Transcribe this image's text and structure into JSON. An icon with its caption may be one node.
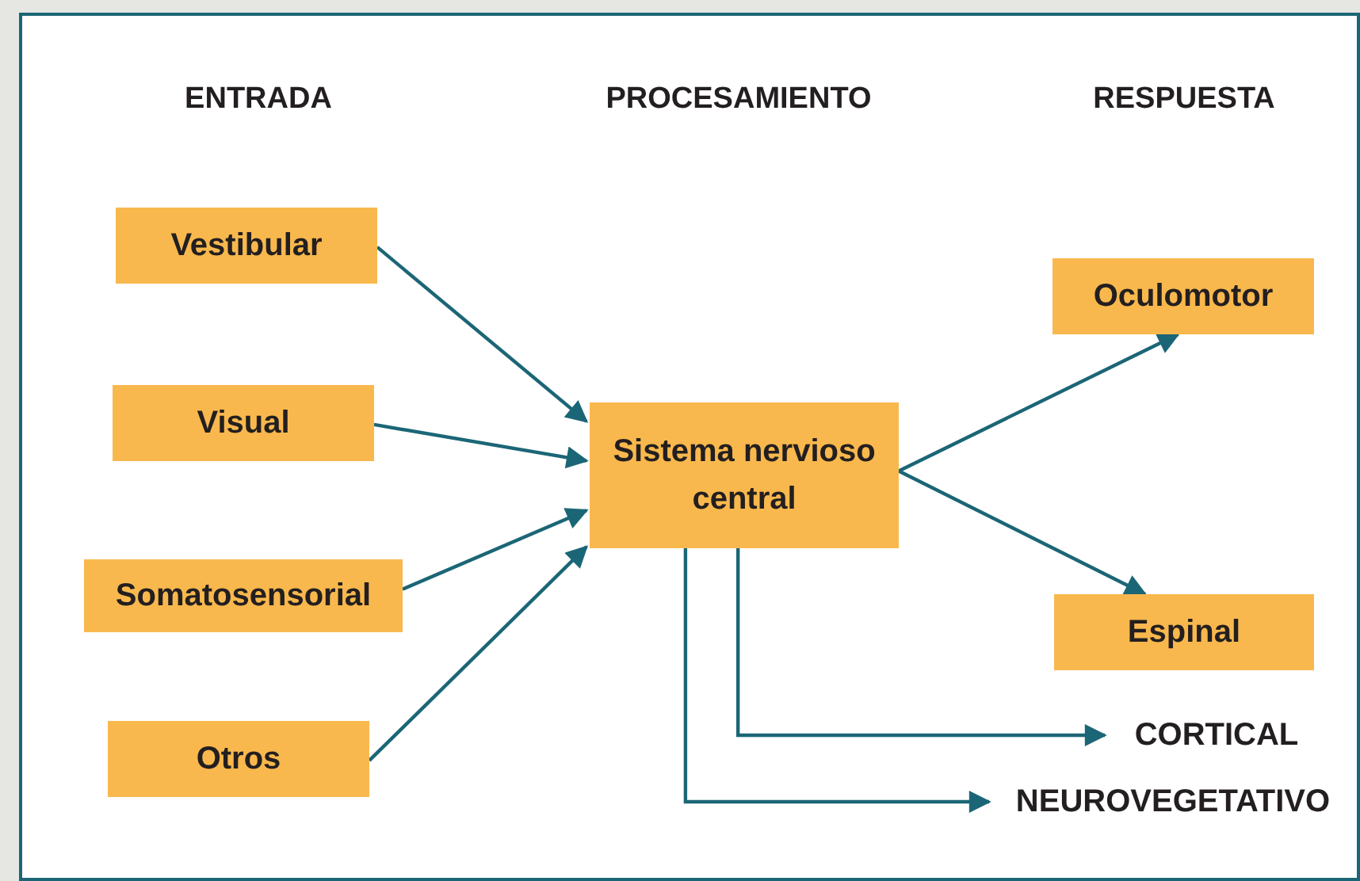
{
  "diagram": {
    "nodes": [
      {
        "text": [
          "Vestibular"
        ]
      },
      {
        "text": [
          "Visual"
        ]
      },
      {
        "text": [
          "Somatosensorial"
        ]
      },
      {
        "text": [
          "Otros"
        ]
      },
      {
        "text": [
          "Sistema nervioso central"
        ]
      },
      {
        "text": [
          "Oculomotor"
        ]
      },
      {
        "text": [
          "Espinal"
        ]
      },
      {
        "text": [
          "CORTICAL"
        ]
      },
      {
        "text": [
          "NEUROVEGETATIVO"
        ]
      }
    ],
    "edges": [
      {
        "from": 0,
        "to": 4,
        "arrow": "to"
      },
      {
        "from": 1,
        "to": 4,
        "arrow": "to"
      },
      {
        "from": 2,
        "to": 4,
        "arrow": "to"
      },
      {
        "from": 3,
        "to": 4,
        "arrow": "to"
      },
      {
        "from": 4,
        "to": 5,
        "arrow": "to"
      },
      {
        "from": 4,
        "to": 6,
        "arrow": "to"
      },
      {
        "from": 4,
        "to": 7,
        "arrow": "to"
      },
      {
        "from": 4,
        "to": 8,
        "arrow": "to"
      }
    ],
    "labels": [
      "ENTRADA",
      "PROCESAMIENTO",
      "RESPUESTA"
    ]
  }
}
